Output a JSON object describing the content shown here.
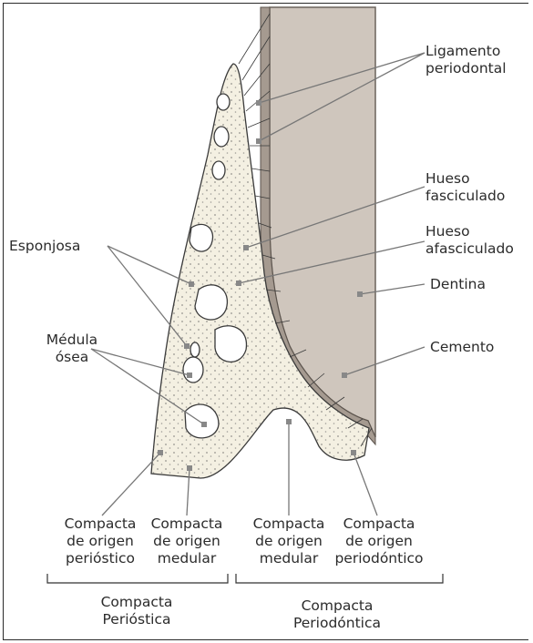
{
  "labels": {
    "ligamento": [
      "Ligamento",
      "periodontal"
    ],
    "hueso_fasciculado": [
      "Hueso",
      "fasciculado"
    ],
    "hueso_afasciculado": [
      "Hueso",
      "afasciculado"
    ],
    "dentina": "Dentina",
    "cemento": "Cemento",
    "esponjosa": "Esponjosa",
    "medula": [
      "Médula",
      "ósea"
    ],
    "bottom": [
      [
        "Compacta",
        "de origen",
        "perióstico"
      ],
      [
        "Compacta",
        "de origen",
        "medular"
      ],
      [
        "Compacta",
        "de origen",
        "medular"
      ],
      [
        "Compacta",
        "de origen",
        "periodóntico"
      ]
    ],
    "groups": [
      [
        "Compacta",
        "Perióstica"
      ],
      [
        "Compacta",
        "Periodóntica"
      ]
    ]
  },
  "colors": {
    "dentin": "#cfc6bd",
    "bone": "#f4f0e2",
    "ink": "#2b2b2b"
  }
}
